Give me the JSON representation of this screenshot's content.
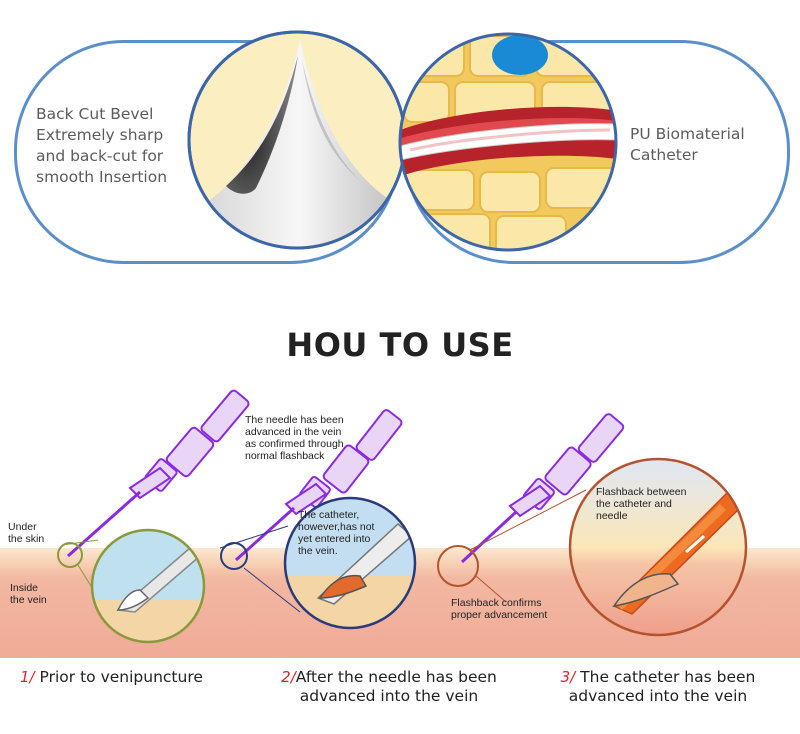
{
  "features": {
    "left": {
      "lines": [
        "Back Cut Bevel",
        "Extremely sharp",
        "and back-cut for",
        "smooth Insertion"
      ],
      "icon": "needle-tip-closeup"
    },
    "right": {
      "lines": [
        "PU Biomaterial",
        "Catheter"
      ],
      "icon": "catheter-in-vessel-closeup"
    }
  },
  "how_to_use": {
    "title": "HOU TO USE"
  },
  "annotations": {
    "under_skin": [
      "Under",
      "the skin"
    ],
    "inside_vein": [
      "Inside",
      "the vein"
    ],
    "needle_advanced": [
      "The needle has been",
      "advanced in the vein",
      "as confirmed through",
      "normal flashback"
    ],
    "catheter_not_entered": [
      "The catheter,",
      "however,has not",
      "yet entered into",
      "the vein."
    ],
    "flashback_confirms": [
      "Flashback confirms",
      "proper advancement"
    ],
    "flashback_between": [
      "Flashback between",
      "the catheter and",
      "needle"
    ]
  },
  "steps": [
    {
      "number": "1",
      "lines": [
        "Prior to venipuncture"
      ]
    },
    {
      "number": "2",
      "lines": [
        "After the needle has been",
        "advanced into the vein"
      ]
    },
    {
      "number": "3",
      "lines": [
        "The catheter has been",
        "advanced into the vein"
      ]
    }
  ],
  "colors": {
    "pill_border": "#5b8fca",
    "needle_purple": "#8a2be2",
    "skin": "#f0ab97",
    "step_number_red": "#d8282d",
    "circle_green": "#8a9a3b",
    "circle_navy": "#2a3a7a",
    "circle_brown": "#b5532e"
  }
}
